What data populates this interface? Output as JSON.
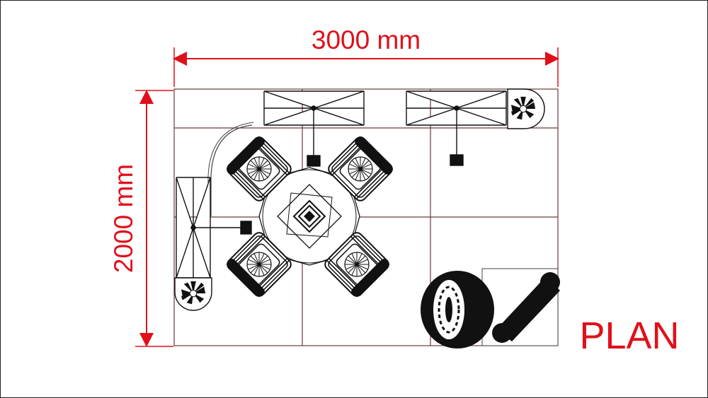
{
  "diagram": {
    "width_label": "3000 mm",
    "height_label": "2000 mm",
    "view_label": "PLAN",
    "colors": {
      "dimension": "#e0101a",
      "line": "#222222",
      "grid": "#6a3b3b",
      "fill": "#000000"
    },
    "elements": [
      "lounge-chair",
      "round-table",
      "tv-screen",
      "plant-pot",
      "tyre",
      "tyre-stand",
      "truss-grid"
    ]
  }
}
